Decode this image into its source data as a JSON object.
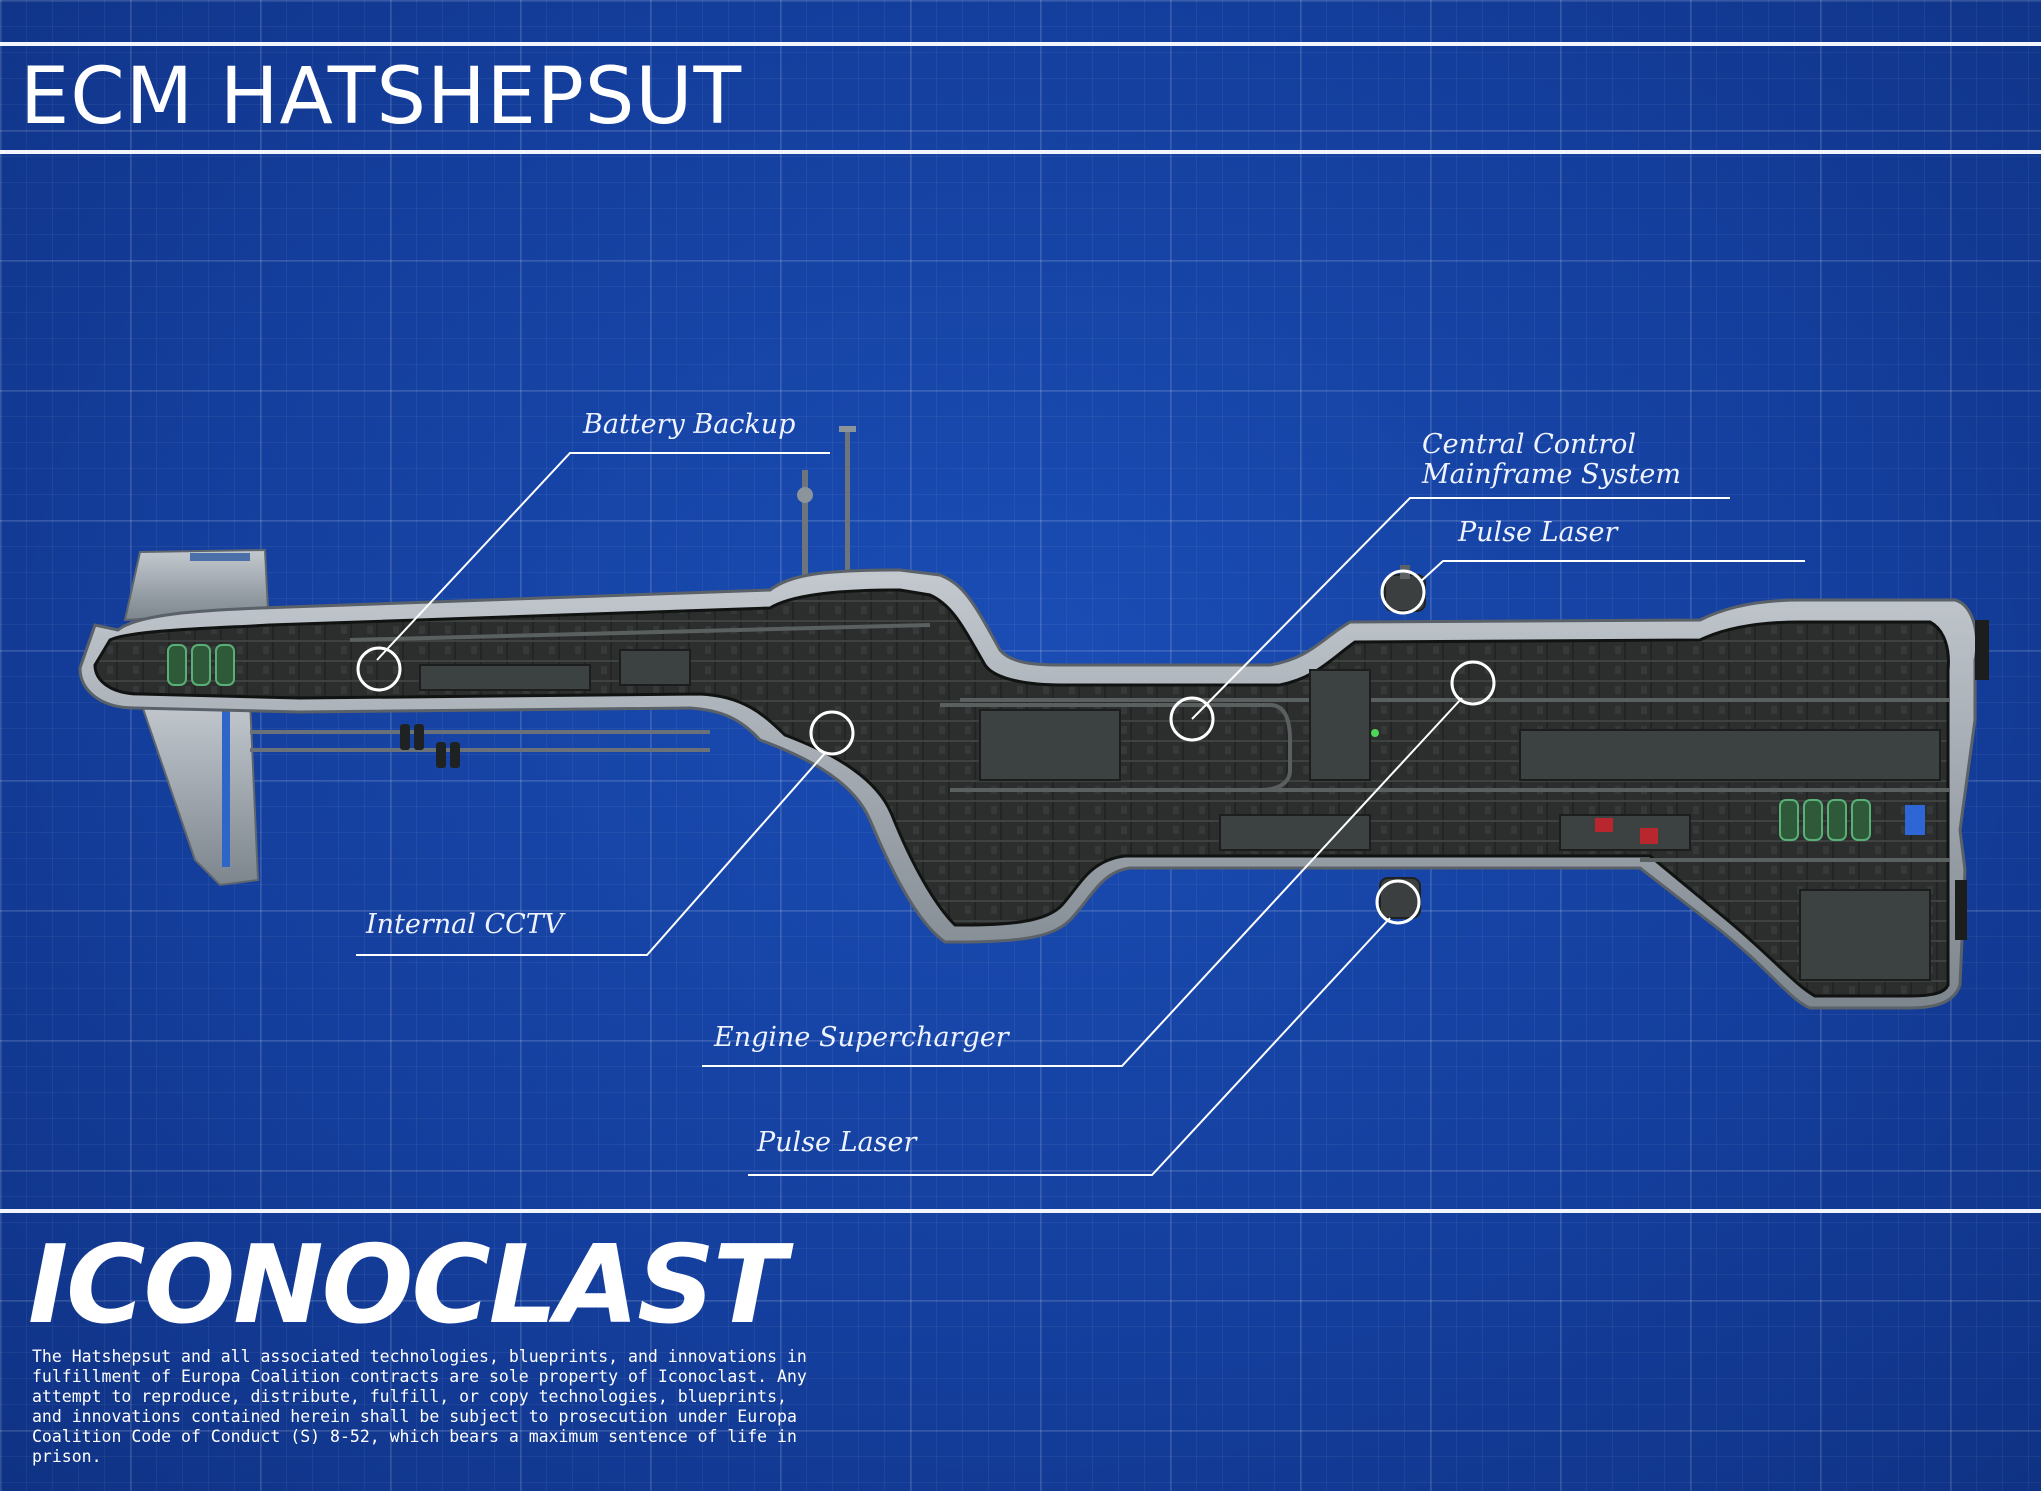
{
  "header": {
    "title": "ECM HATSHEPSUT"
  },
  "callouts": {
    "battery_backup": "Battery Backup",
    "central_control": "Central Control\nMainframe System",
    "pulse_laser_top": "Pulse Laser",
    "internal_cctv": "Internal CCTV",
    "engine_supercharger": "Engine Supercharger",
    "pulse_laser_bottom": "Pulse Laser"
  },
  "footer": {
    "brand": "ICONOCLAST",
    "legal": "The Hatshepsut and all associated technologies, blueprints, and innovations in\nfulfillment of Europa Coalition contracts are sole property of Iconoclast. Any\nattempt to reproduce, distribute, fulfill, or copy technologies, blueprints,\nand innovations contained herein shall be subject to prosecution under Europa\nCoalition Code of Conduct (S) 8-52, which bears a maximum sentence of life in\nprison."
  },
  "colors": {
    "background": "#143e9c",
    "line": "#ffffff",
    "hull": "#9ba3ab",
    "interior": "#2a2d2c"
  }
}
